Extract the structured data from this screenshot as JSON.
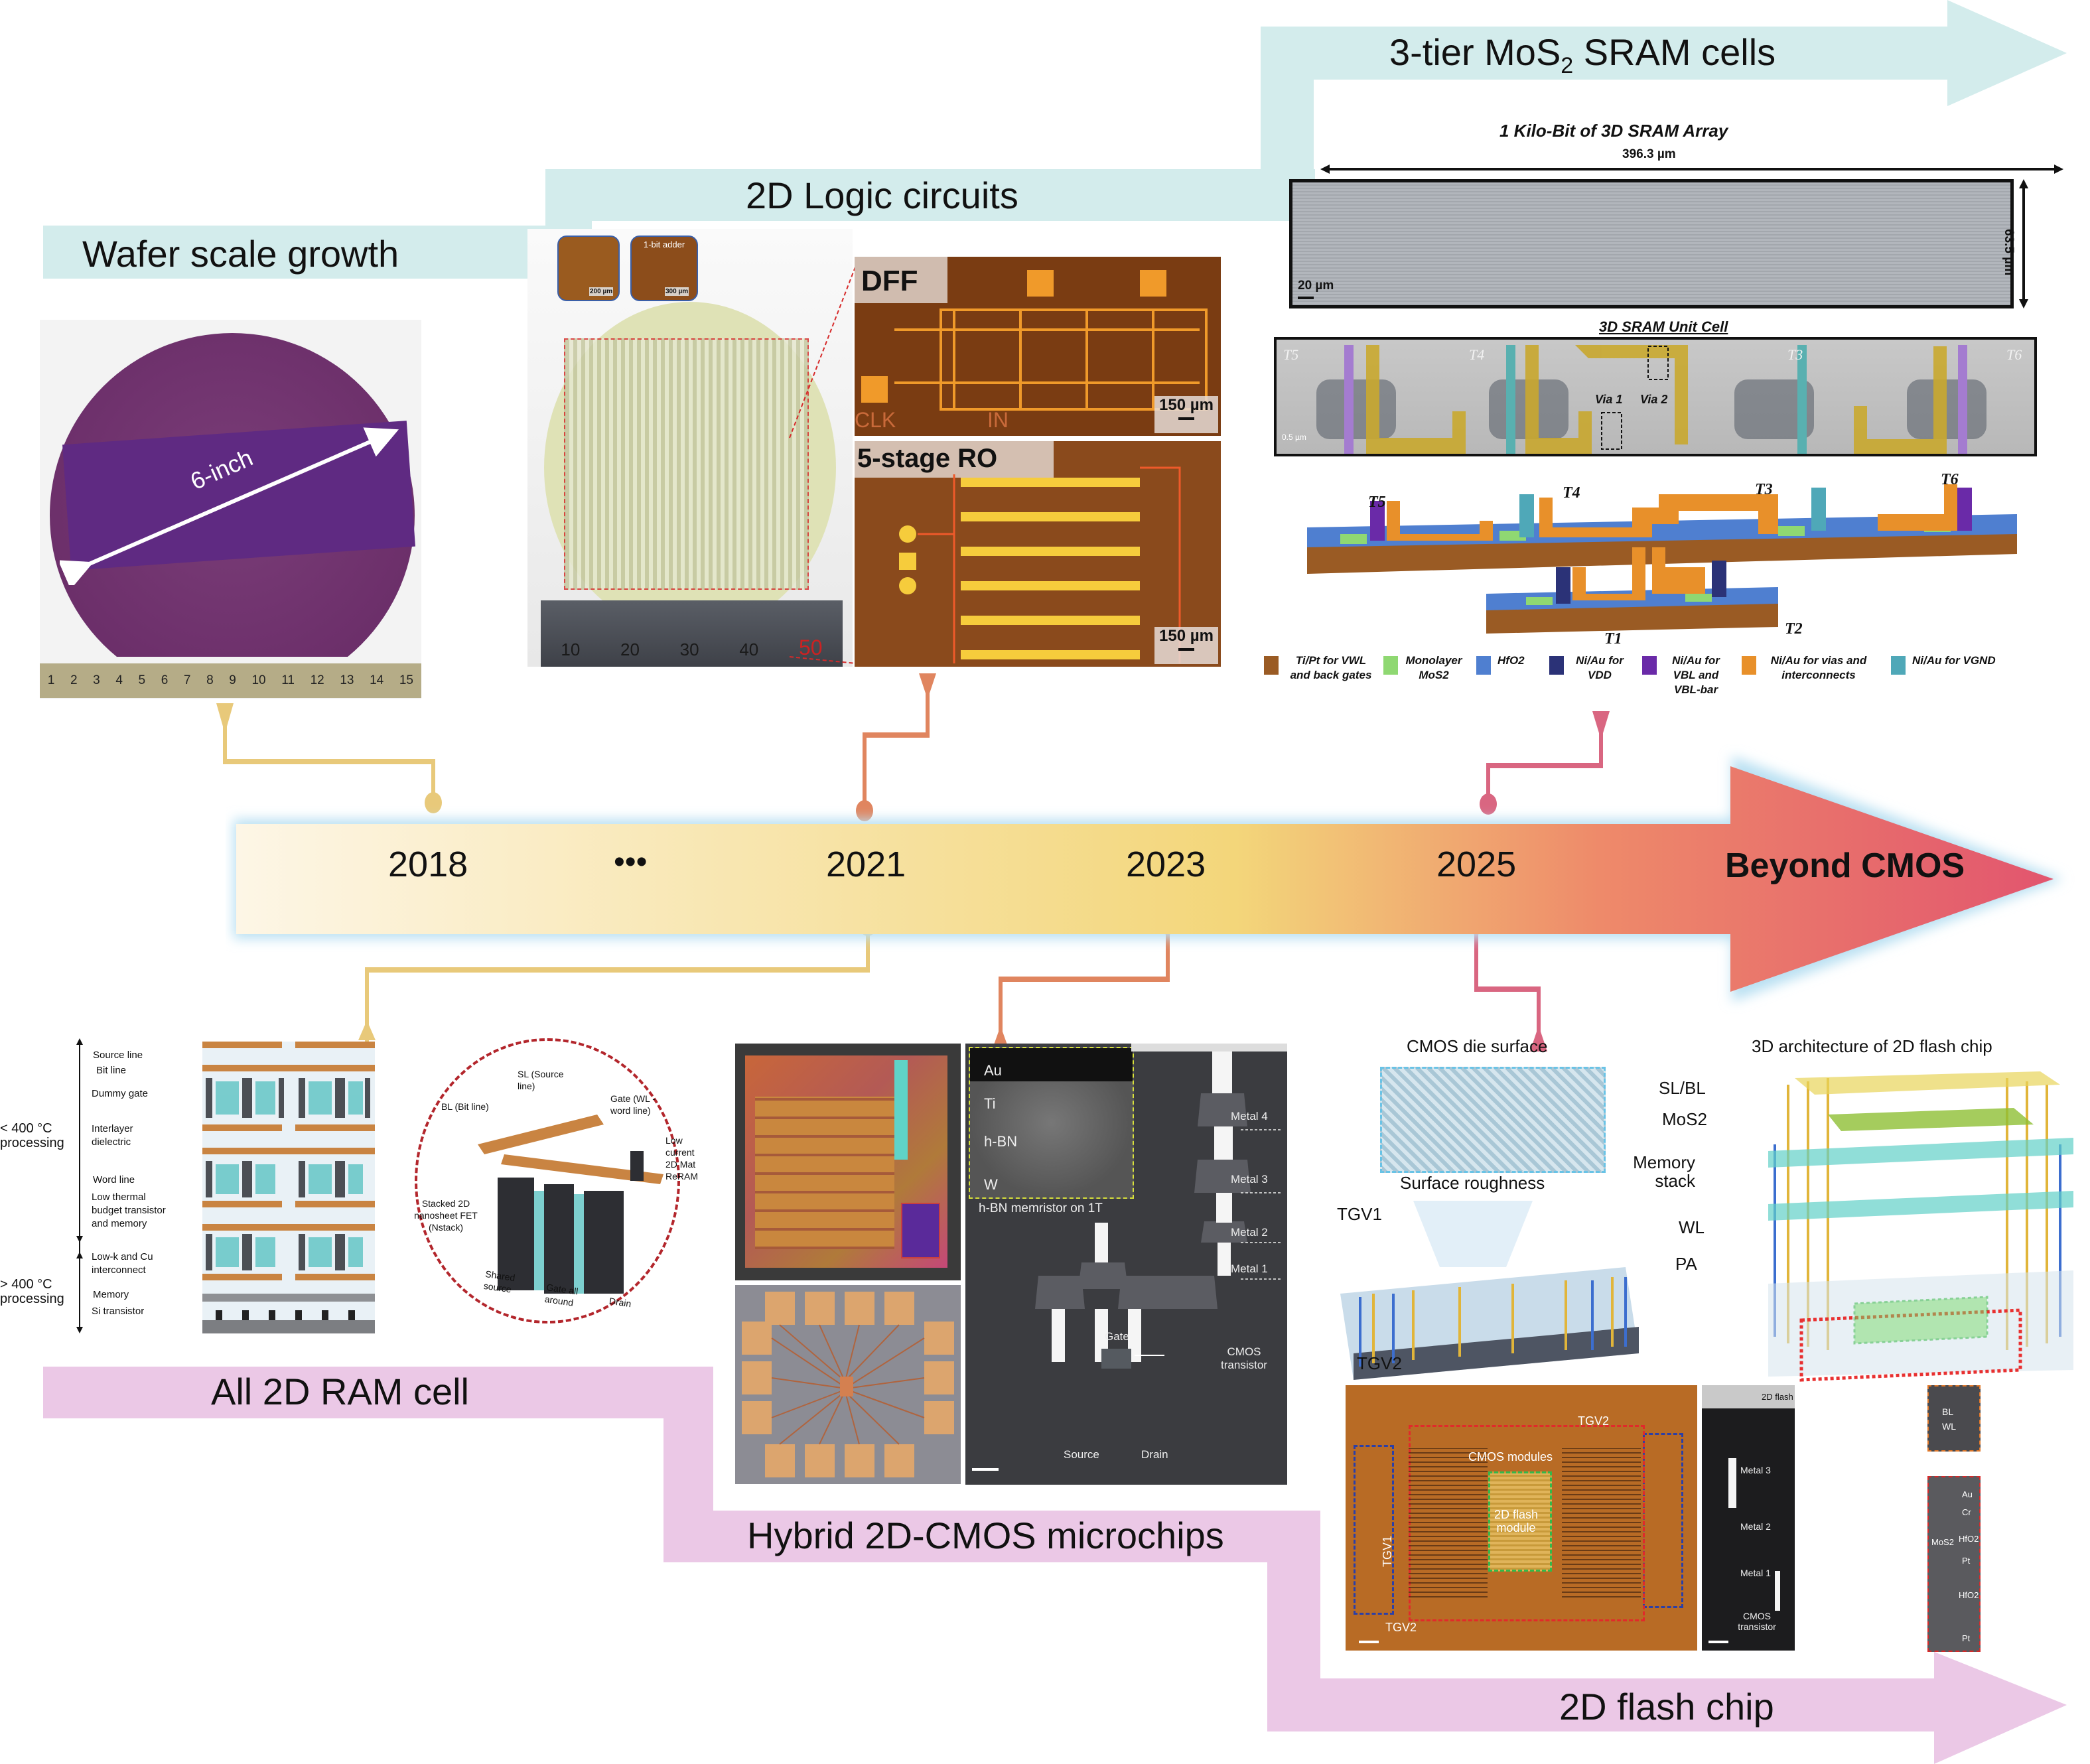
{
  "bands": {
    "top": [
      {
        "label": "Wafer scale growth"
      },
      {
        "label": "2D Logic circuits"
      },
      {
        "label_main": "3-tier MoS",
        "label_sub": "2",
        "label_rest": " SRAM cells"
      }
    ],
    "bottom": [
      {
        "label": "All 2D RAM cell"
      },
      {
        "label": "Hybrid 2D-CMOS microchips"
      },
      {
        "label": "2D flash chip"
      }
    ]
  },
  "timeline": {
    "years": [
      "2018",
      "2021",
      "2023",
      "2025"
    ],
    "ellipsis": "•••",
    "end_label": "Beyond CMOS",
    "colors": {
      "start": "#fdf6e6",
      "mid": "#f3d67a",
      "end": "#e2556e",
      "glow": "#b9e0f2"
    }
  },
  "connector_colors": {
    "yellow": "#e8c97a",
    "orange": "#e0855f",
    "pink": "#d96681"
  },
  "wafer_panel": {
    "diameter_label": "6-inch",
    "ruler_ticks": [
      "1",
      "2",
      "3",
      "4",
      "5",
      "6",
      "7",
      "8",
      "9",
      "10",
      "11",
      "12",
      "13",
      "14",
      "15"
    ]
  },
  "logic_panel": {
    "inset_left_scale": "200 µm",
    "inset_right_title": "1-bit adder",
    "inset_right_scale": "300 µm",
    "ruler_ticks": [
      "10",
      "20",
      "30",
      "40",
      "50"
    ],
    "dff": {
      "title": "DFF",
      "scale": "150 µm",
      "pin_clk": "CLK",
      "pin_in": "IN"
    },
    "ro": {
      "title": "5-stage RO",
      "scale": "150 µm"
    }
  },
  "sram_panel": {
    "array_title": "1 Kilo-Bit of 3D SRAM Array",
    "width_label": "396.3 µm",
    "height_label": "63.5 µm",
    "array_scale": "20 µm",
    "unit_cell_title": "3D SRAM Unit Cell",
    "unit_cell_scale": "0.5 µm",
    "transistors_top": [
      "T5",
      "T4",
      "T3",
      "T6"
    ],
    "vias": [
      "Via 1",
      "Via 2"
    ],
    "schematic_labels": [
      "T5",
      "T4",
      "T3",
      "T6",
      "T1",
      "T2"
    ],
    "legend": [
      {
        "label": "Ti/Pt for VWL and back gates",
        "color": "#9a5b24"
      },
      {
        "label": "Monolayer MoS2",
        "color": "#8fd872"
      },
      {
        "label": "HfO2",
        "color": "#4f7fd0"
      },
      {
        "label": "Ni/Au for VDD",
        "color": "#2b3277"
      },
      {
        "label": "Ni/Au for VBL and VBL-bar",
        "color": "#6a2aa8"
      },
      {
        "label": "Ni/Au for vias and interconnects",
        "color": "#e8902a"
      },
      {
        "label": "Ni/Au for VGND",
        "color": "#4fa8b8"
      }
    ]
  },
  "ram_panel": {
    "left_labels": [
      "< 400 °C processing",
      "> 400 °C processing"
    ],
    "layer_labels": [
      "Source line",
      "Bit line",
      "Dummy gate",
      "Interlayer dielectric",
      "Word line",
      "Low thermal budget transistor and memory",
      "Low-k and Cu interconnect",
      "Memory",
      "Si transistor"
    ],
    "zoom_labels": {
      "sl": "SL (Source line)",
      "bl": "BL (Bit line)",
      "gate": "Gate (WL -word line)",
      "reram": "Low current 2D Mat ReRAM",
      "stack": "Stacked 2D nanosheet FET (Nstack)",
      "shared_source": "Shared source",
      "gaa": "Gate all around",
      "drain": "Drain"
    }
  },
  "hybrid_panel": {
    "tem_layers": [
      "Au",
      "Ti",
      "h-BN",
      "W"
    ],
    "tem_caption": "h-BN memristor on 1T",
    "metal_labels": [
      "Metal 4",
      "Metal 3",
      "Metal 2",
      "Metal 1"
    ],
    "gate": "Gate",
    "cmos": "CMOS transistor",
    "source": "Source",
    "drain": "Drain"
  },
  "flash_panel": {
    "die_title": "CMOS die surface",
    "roughness": "Surface roughness",
    "tgv1": "TGV1",
    "tgv2": "TGV2",
    "pa": "PA",
    "arch_title": "3D architecture of 2D flash chip",
    "arch_labels": [
      "SL/BL",
      "MoS2",
      "Memory stack",
      "WL"
    ],
    "chip_labels": {
      "tgv2_top": "TGV2",
      "cmos_modules": "CMOS modules",
      "flash_module": "2D flash module",
      "tgv1": "TGV1",
      "tgv2_bottom": "TGV2"
    },
    "xsec_labels": {
      "flash": "2D flash",
      "m3": "Metal 3",
      "m2": "Metal 2",
      "m1": "Metal 1",
      "cmos": "CMOS transistor"
    },
    "zoom_top": [
      "BL",
      "WL"
    ],
    "zoom_bottom": [
      "Au",
      "Cr",
      "MoS2",
      "HfO2",
      "Pt",
      "HfO2",
      "Pt"
    ]
  }
}
